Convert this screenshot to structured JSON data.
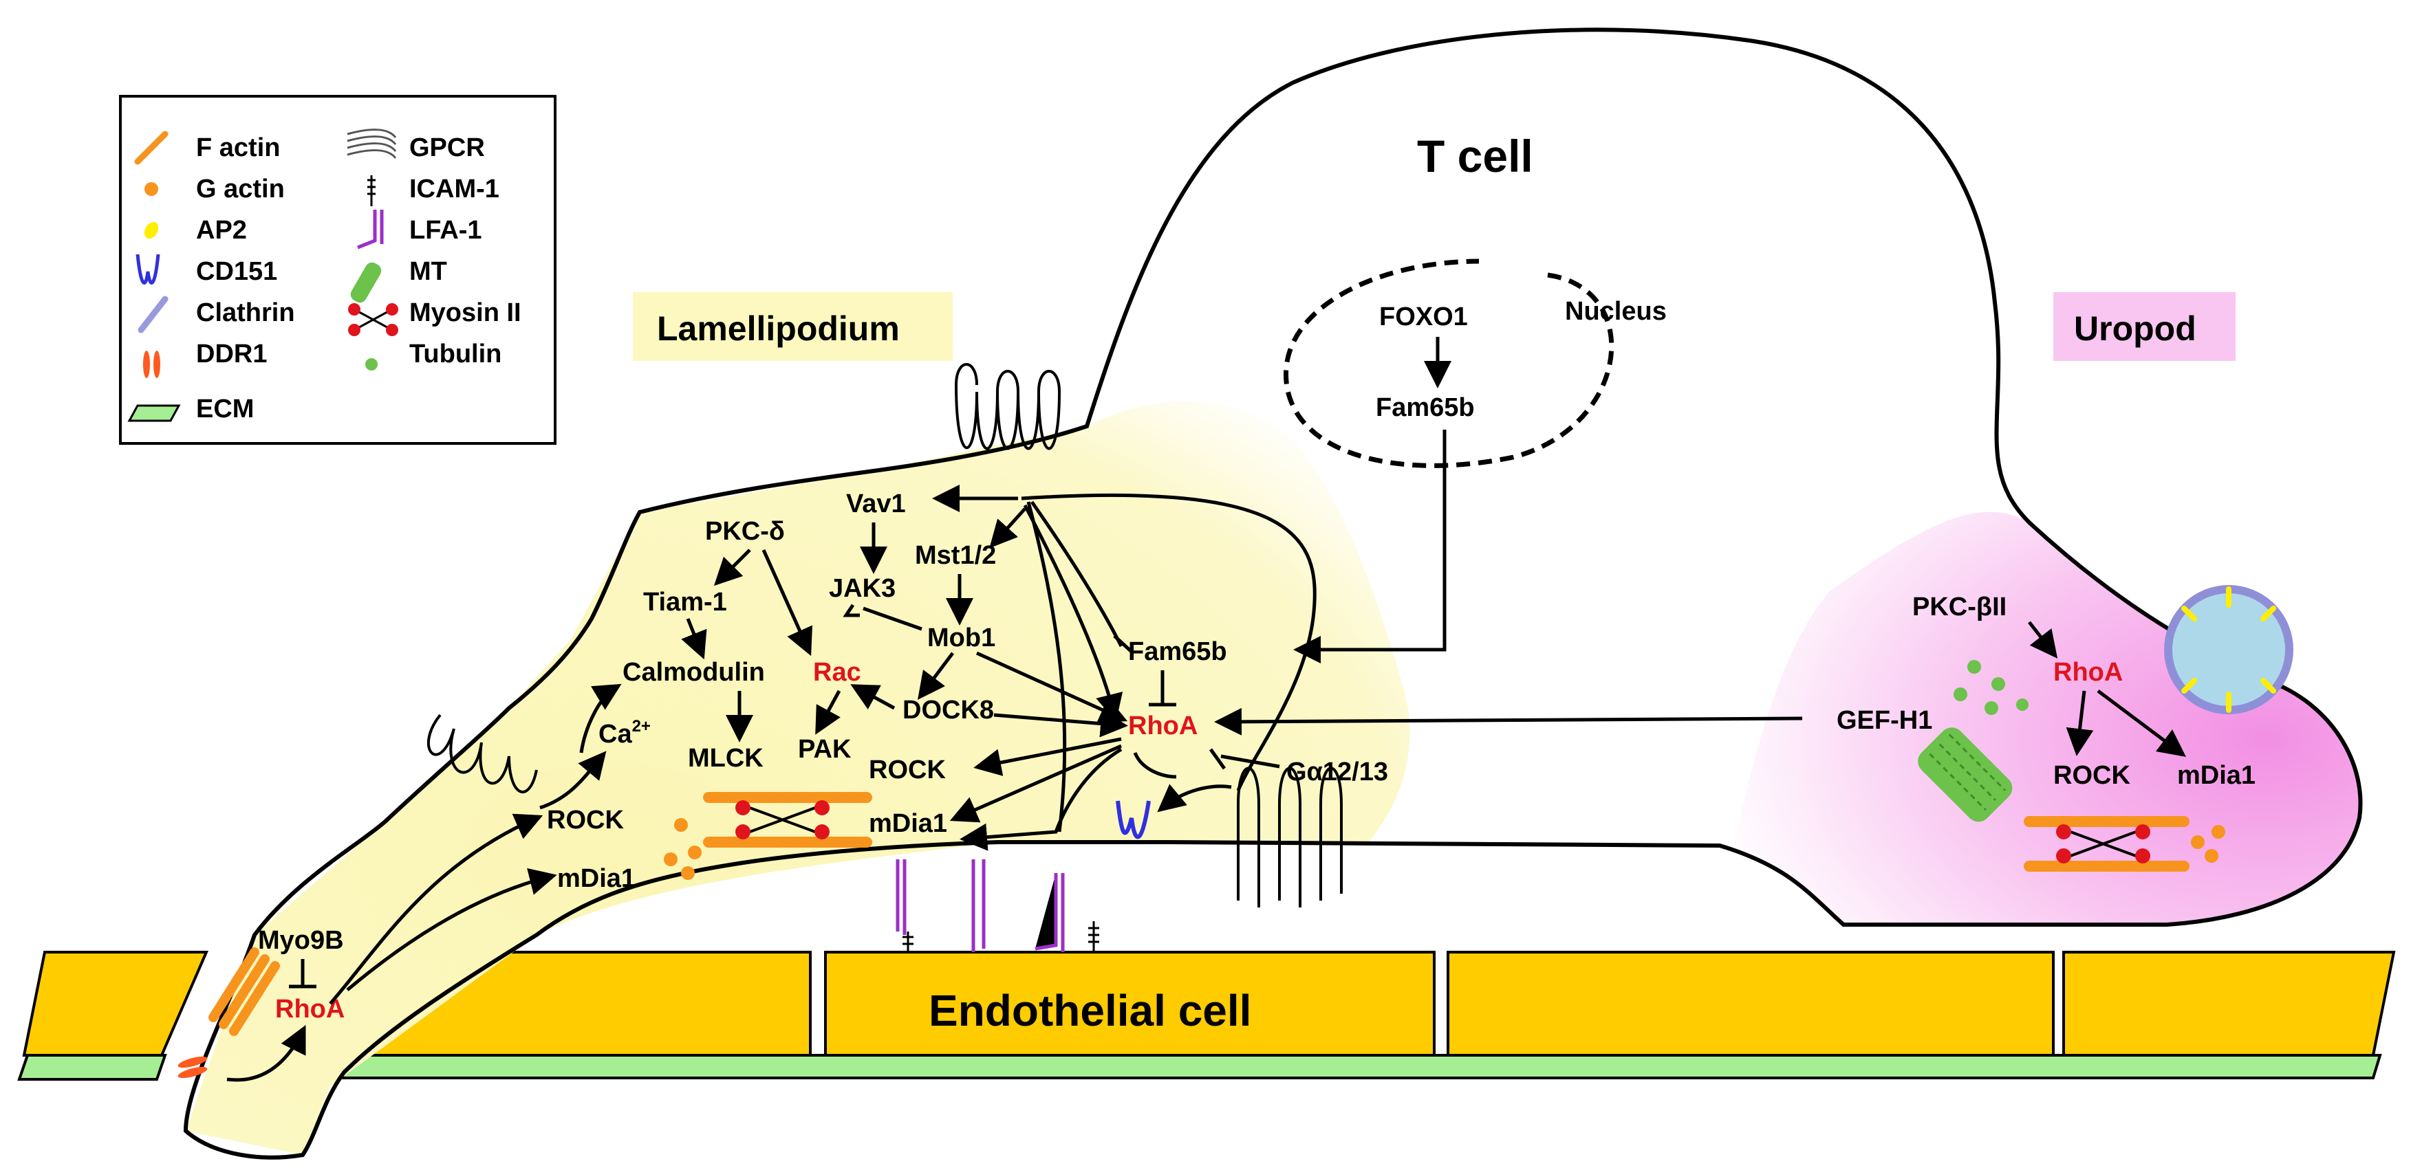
{
  "title": "T cell",
  "regions": {
    "lamellipodium": "Lamellipodium",
    "uropod": "Uropod",
    "nucleus": "Nucleus",
    "endothelium": "Endothelial cell"
  },
  "legend": {
    "items": [
      {
        "label": "F actin",
        "icon": "f-actin-icon",
        "color": "#f7941d"
      },
      {
        "label": "G actin",
        "icon": "g-actin-icon",
        "color": "#f7941d"
      },
      {
        "label": "AP2",
        "icon": "ap2-icon",
        "color": "#ffee00"
      },
      {
        "label": "CD151",
        "icon": "cd151-icon",
        "color": "#3030e0"
      },
      {
        "label": "Clathrin",
        "icon": "clathrin-icon",
        "color": "#9999dd"
      },
      {
        "label": "DDR1",
        "icon": "ddr1-icon",
        "color": "#ff5a1f"
      },
      {
        "label": "ECM",
        "icon": "ecm-icon",
        "color": "#a6ee94"
      },
      {
        "label": "GPCR",
        "icon": "gpcr-icon",
        "color": "#000000"
      },
      {
        "label": "ICAM-1",
        "icon": "icam1-icon",
        "color": "#000000"
      },
      {
        "label": "LFA-1",
        "icon": "lfa1-icon",
        "color": "#9b30c8"
      },
      {
        "label": "MT",
        "icon": "mt-icon",
        "color": "#6cc24a"
      },
      {
        "label": "Myosin II",
        "icon": "myosin-icon",
        "color": "#e0141c"
      },
      {
        "label": "Tubulin",
        "icon": "tubulin-icon",
        "color": "#6cc24a"
      }
    ]
  },
  "nucleus_labels": {
    "foxo1": "FOXO1",
    "fam65b": "Fam65b"
  },
  "lamellipodium_labels": {
    "vav1": "Vav1",
    "mst": "Mst1/2",
    "pkc": "PKC-δ",
    "jak3": "JAK3",
    "tiam": "Tiam-1",
    "mob1": "Mob1",
    "calmodulin": "Calmodulin",
    "rac": "Rac",
    "fam65b": "Fam65b",
    "dock8": "DOCK8",
    "rhoa": "RhoA",
    "mlck": "MLCK",
    "pak": "PAK",
    "rock": "ROCK",
    "mdia1": "mDia1",
    "galpha": "Gα12/13",
    "ca": "Ca",
    "ca_sup": "2+",
    "rock2": "ROCK",
    "mdia1_2": "mDia1",
    "myo9b": "Myo9B",
    "rhoa2": "RhoA"
  },
  "uropod_labels": {
    "pkc": "PKC-βII",
    "rhoa": "RhoA",
    "gefh1": "GEF-H1",
    "rock": "ROCK",
    "mdia1": "mDia1"
  },
  "colors": {
    "cytoplasm": "#fff8c8",
    "lamellipodium_bg": "#faf5b4",
    "uropod_bg": "#f7b3ec",
    "endothelium": "#ffcc00",
    "ecm": "#a6ee94",
    "red_label": "#e0141c"
  }
}
